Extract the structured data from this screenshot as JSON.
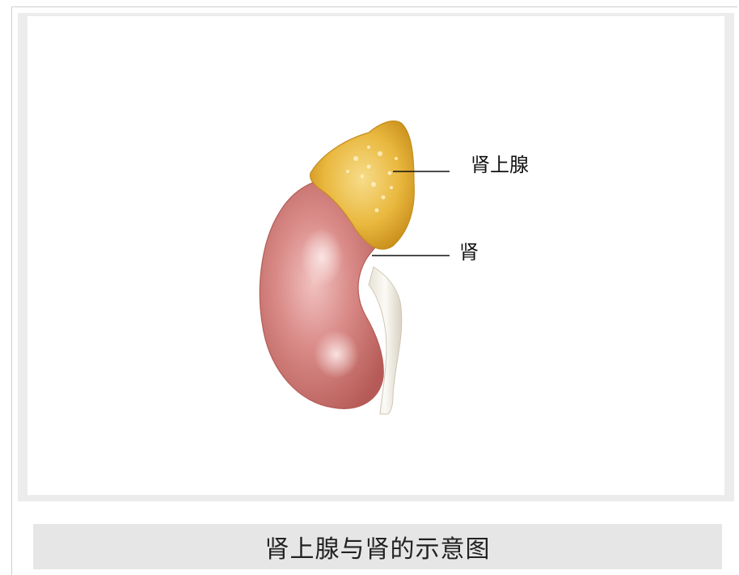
{
  "figure": {
    "labels": {
      "adrenal": "肾上腺",
      "kidney": "肾"
    },
    "caption": "肾上腺与肾的示意图"
  }
}
